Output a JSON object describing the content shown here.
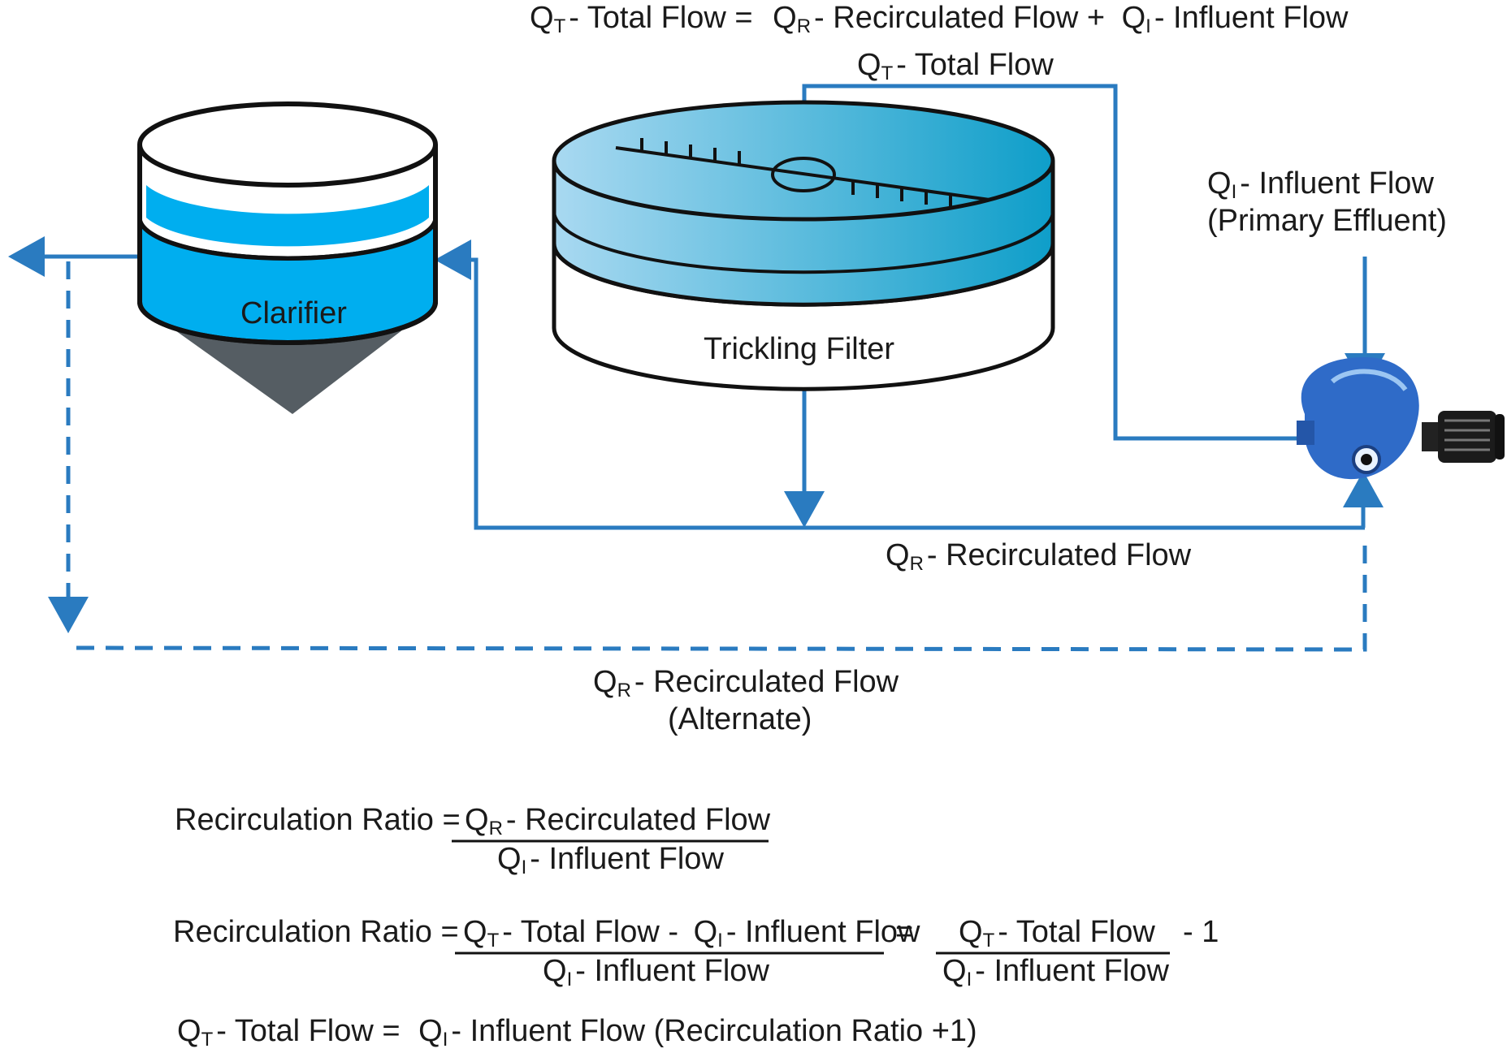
{
  "header_equation": {
    "qt": "Q",
    "qt_sub": "T",
    "total_flow": "- Total Flow =",
    "qr": "Q",
    "qr_sub": "R",
    "recirc_plus": "- Recirculated Flow +",
    "qi": "Q",
    "qi_sub": "I",
    "influent": "- Influent Flow"
  },
  "labels": {
    "total_flow": {
      "q": "Q",
      "sub": "T",
      "text": "- Total Flow"
    },
    "influent": {
      "q": "Q",
      "sub": "I",
      "text": "- Influent Flow",
      "line2": "(Primary Effluent)"
    },
    "recirculated": {
      "q": "Q",
      "sub": "R",
      "text": "- Recirculated Flow"
    },
    "recirculated_alt": {
      "q": "Q",
      "sub": "R",
      "text": "- Recirculated Flow",
      "line2": "(Alternate)"
    },
    "clarifier": "Clarifier",
    "trickling_filter": "Trickling Filter"
  },
  "formulas": {
    "f1": {
      "lhs": "Recirculation Ratio =",
      "num_q": "Q",
      "num_sub": "R",
      "num_text": "- Recirculated Flow",
      "den_q": "Q",
      "den_sub": "I",
      "den_text": "- Influent Flow"
    },
    "f2": {
      "lhs": "Recirculation Ratio =",
      "num_q1": "Q",
      "num_sub1": "T",
      "num_text1": "- Total Flow -",
      "num_q2": "Q",
      "num_sub2": "I",
      "num_text2": "- Influent Flow",
      "den_q": "Q",
      "den_sub": "I",
      "den_text": "- Influent Flow",
      "eq": "=",
      "rnum_q": "Q",
      "rnum_sub": "T",
      "rnum_text": "- Total Flow",
      "rden_q": "Q",
      "rden_sub": "I",
      "rden_text": "- Influent Flow",
      "minus_one": "- 1"
    },
    "f3": {
      "q1": "Q",
      "sub1": "T",
      "text1": "- Total Flow =",
      "q2": "Q",
      "sub2": "I",
      "text2": "- Influent Flow (Recirculation Ratio +1)"
    }
  },
  "colors": {
    "pipe": "#2a7bc0",
    "clarifier_water": "#00aeef",
    "cone": "#555d63",
    "filter_light": "#8ccbea",
    "filter_dark": "#0e9ec9",
    "outline": "#111111"
  },
  "icons": [
    "pump-icon",
    "motor-icon",
    "arrow-icon"
  ]
}
